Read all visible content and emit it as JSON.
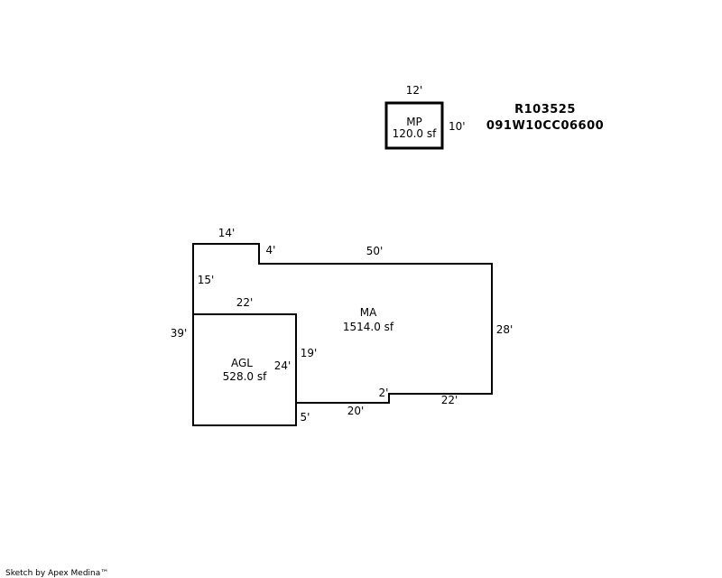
{
  "parcel": {
    "record_id": "R103525",
    "map_number": "091W10CC06600"
  },
  "areas": {
    "mp": {
      "code": "MP",
      "area": "120.0 sf"
    },
    "ma": {
      "code": "MA",
      "area": "1514.0 sf"
    },
    "agl": {
      "code": "AGL",
      "area": "528.0 sf"
    }
  },
  "dimensions": {
    "mp_top": "12'",
    "mp_right": "10'",
    "ma_top_left": "14'",
    "ma_step_small": "4'",
    "ma_top": "50'",
    "ma_left_upper": "15'",
    "agl_top": "22'",
    "ma_left_total": "39'",
    "ma_right": "28'",
    "ma_inner_vertical": "19'",
    "agl_right": "24'",
    "ma_step_bottom": "2'",
    "ma_bottom_right": "22'",
    "ma_bottom_left": "20'",
    "agl_bottom_step": "5'"
  },
  "footer": {
    "credit": "Sketch by Apex Medina™"
  }
}
